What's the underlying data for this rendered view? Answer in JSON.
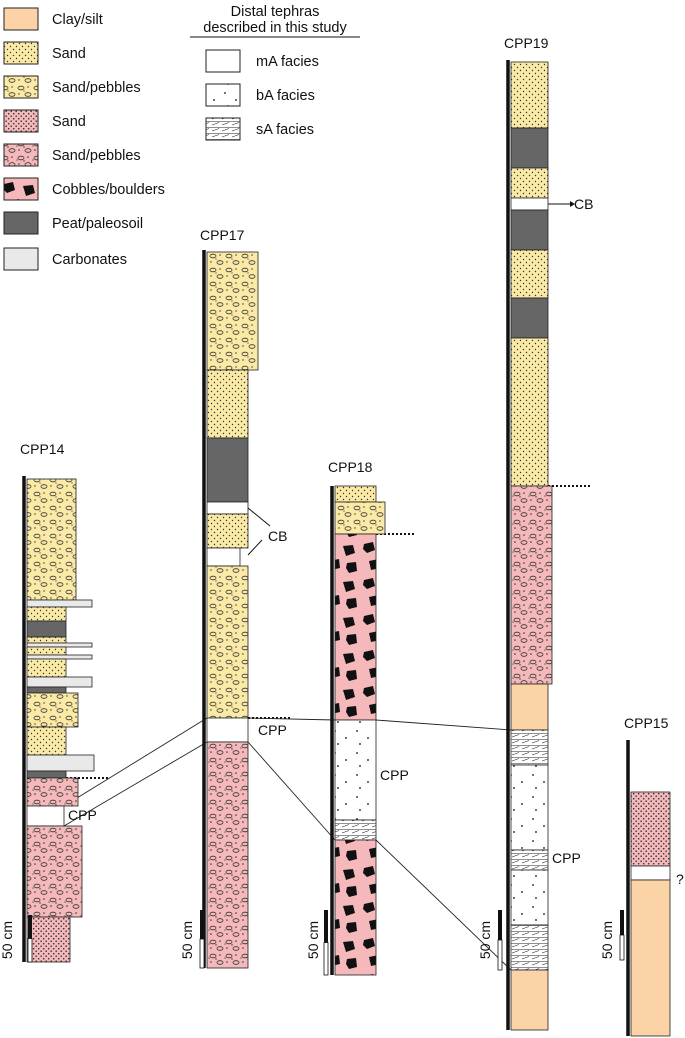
{
  "legend": {
    "lithology": [
      {
        "pattern": "clay",
        "label": "Clay/silt"
      },
      {
        "pattern": "sand_y",
        "label": "Sand"
      },
      {
        "pattern": "peb_y",
        "label": "Sand/pebbles"
      },
      {
        "pattern": "sand_p",
        "label": "Sand"
      },
      {
        "pattern": "peb_p",
        "label": "Sand/pebbles"
      },
      {
        "pattern": "cob",
        "label": "Cobbles/boulders"
      },
      {
        "pattern": "peat",
        "label": "Peat/paleosoil"
      },
      {
        "pattern": "carb",
        "label": "Carbonates"
      }
    ],
    "tephra_title_line1": "Distal tephras",
    "tephra_title_line2": "described in this study",
    "tephra": [
      {
        "pattern": "mA",
        "label": "mA facies"
      },
      {
        "pattern": "bA",
        "label": "bA facies"
      },
      {
        "pattern": "sA",
        "label": "sA facies"
      }
    ]
  },
  "scale_label": "50 cm",
  "columns": [
    {
      "name": "CPP14",
      "annotations": [
        {
          "text": "CPP"
        }
      ]
    },
    {
      "name": "CPP17",
      "annotations": [
        {
          "text": "CB"
        },
        {
          "text": "CPP"
        }
      ]
    },
    {
      "name": "CPP18",
      "annotations": [
        {
          "text": "CPP"
        }
      ]
    },
    {
      "name": "CPP19",
      "annotations": [
        {
          "text": "CB"
        },
        {
          "text": "CPP"
        }
      ]
    },
    {
      "name": "CPP15",
      "annotations": [
        {
          "text": "?"
        }
      ]
    }
  ]
}
